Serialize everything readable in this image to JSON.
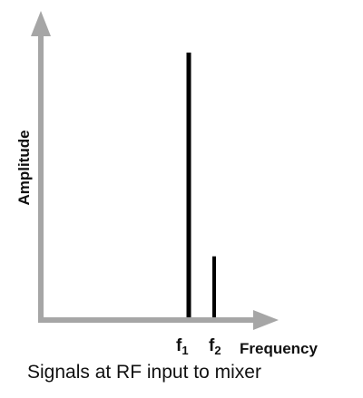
{
  "diagram": {
    "y_axis_label": "Amplitude",
    "x_axis_label": "Frequency",
    "caption": "Signals at RF input to mixer",
    "colors": {
      "axis": "#a6a6a6",
      "signal": "#000000",
      "text": "#111111"
    }
  },
  "chart_data": {
    "type": "bar",
    "categories": [
      "f1",
      "f2"
    ],
    "values": [
      1.0,
      0.23
    ],
    "title": "Signals at RF input to mixer",
    "xlabel": "Frequency",
    "ylabel": "Amplitude"
  }
}
